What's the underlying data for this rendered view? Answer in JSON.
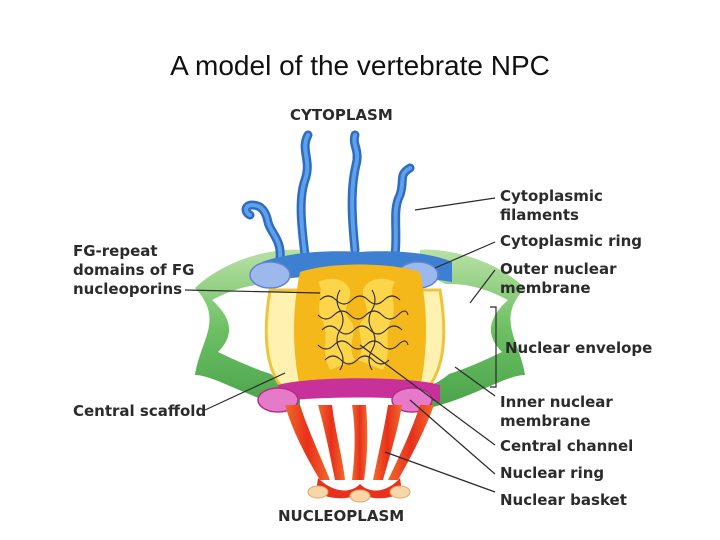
{
  "title": "A model of the vertebrate NPC",
  "labels": {
    "cytoplasm": "CYTOPLASM",
    "nucleoplasm": "NUCLEOPLASM",
    "fg_repeat": "FG-repeat\ndomains of FG\nnucleoporins",
    "central_scaffold": "Central scaffold",
    "cytoplasmic_filaments": "Cytoplasmic\nfilaments",
    "cytoplasmic_ring": "Cytoplasmic ring",
    "outer_nuclear_membrane": "Outer nuclear\nmembrane",
    "nuclear_envelope": "Nuclear envelope",
    "inner_nuclear_membrane": "Inner nuclear\nmembrane",
    "central_channel": "Central channel",
    "nuclear_ring": "Nuclear ring",
    "nuclear_basket": "Nuclear basket"
  },
  "colors": {
    "membrane_green": "#5fb85a",
    "membrane_light": "#c8e8b8",
    "filament_blue": "#3d7fd0",
    "cyto_ring_blue": "#6f9be0",
    "scaffold_yellow": "#fff1b0",
    "channel_orange": "#f5b81a",
    "nuclear_ring_magenta": "#c8309a",
    "basket_red": "#ea3a1e"
  }
}
